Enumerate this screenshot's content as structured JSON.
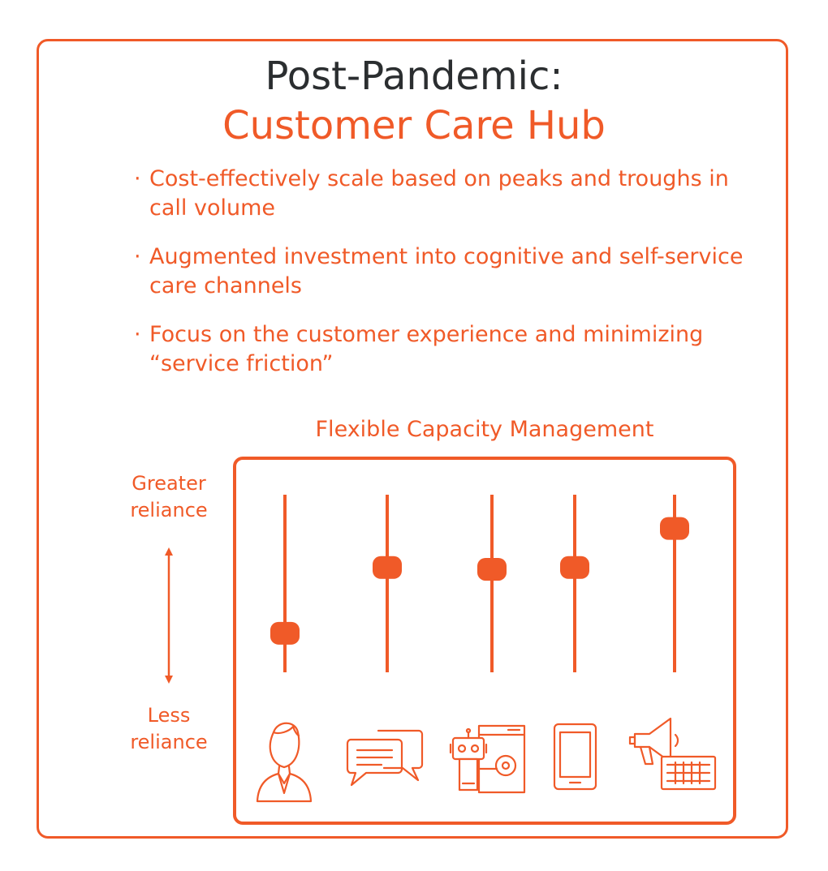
{
  "title": {
    "line1": "Post-Pandemic:",
    "line2": "Customer Care Hub"
  },
  "bullets": [
    {
      "marker": "·",
      "text": "Cost-effectively scale based on peaks and troughs in call volume"
    },
    {
      "marker": "·",
      "text": "Augmented investment into cognitive and self-service care channels"
    },
    {
      "marker": "·",
      "text": "Focus on the customer experience and minimizing “service friction”"
    }
  ],
  "chart": {
    "title": "Flexible Capacity Management",
    "axis_top_label": "Greater\nreliance",
    "axis_bottom_label": "Less\nreliance"
  },
  "chart_data": {
    "type": "diagram",
    "title": "Flexible Capacity Management",
    "scale": {
      "top": "Greater reliance",
      "bottom": "Less reliance",
      "min": 0,
      "max": 1
    },
    "sliders": [
      {
        "icon": "agent-icon",
        "level": 0.22
      },
      {
        "icon": "chat-bubbles-icon",
        "level": 0.59
      },
      {
        "icon": "chatbot-icon",
        "level": 0.58
      },
      {
        "icon": "mobile-phone-icon",
        "level": 0.59
      },
      {
        "icon": "megaphone-keyboard-icon",
        "level": 0.81
      }
    ]
  },
  "colors": {
    "accent": "#f05a28",
    "title_dark": "#2b2e30",
    "background": "#ffffff"
  }
}
